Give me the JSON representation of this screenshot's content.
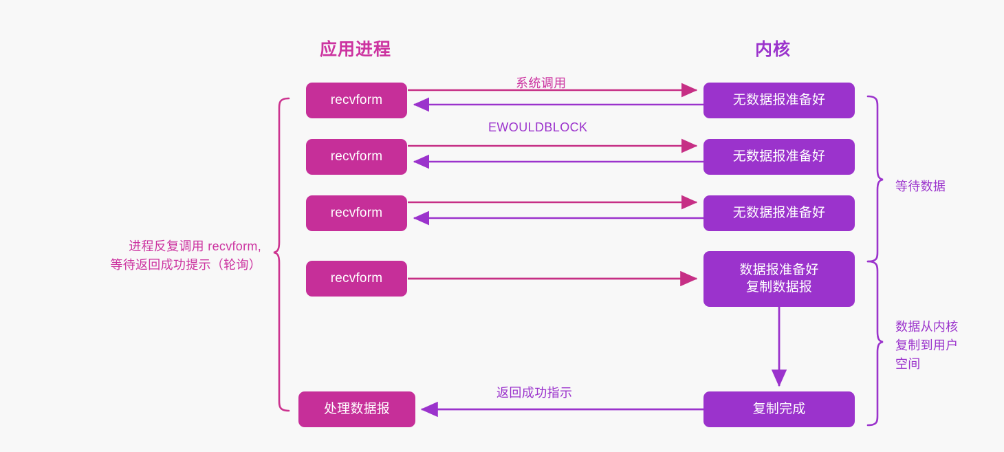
{
  "diagram": {
    "title_left": "应用进程",
    "title_right": "内核",
    "background_color": "#f8f8f8",
    "pink_color": "#c62f99",
    "purple_color": "#9b33cc"
  },
  "columns": {
    "left_header": "应用进程",
    "right_header": "内核"
  },
  "rows": [
    {
      "left_box": "recvform",
      "right_box": "无数据报准备好",
      "arrow_right_label": "系统调用",
      "arrow_left_label": "EWOULDBLOCK"
    },
    {
      "left_box": "recvform",
      "right_box": "无数据报准备好",
      "arrow_right_label": "",
      "arrow_left_label": ""
    },
    {
      "left_box": "recvform",
      "right_box": "无数据报准备好",
      "arrow_right_label": "",
      "arrow_left_label": ""
    },
    {
      "left_box": "recvform",
      "right_box_line1": "数据报准备好",
      "right_box_line2": "复制数据报",
      "arrow_right_label": ""
    },
    {
      "left_box": "处理数据报",
      "right_box": "复制完成",
      "arrow_left_label": "返回成功指示"
    }
  ],
  "annotations": {
    "left_brace_line1": "进程反复调用 recvform,",
    "left_brace_line2": "等待返回成功提示（轮询）",
    "right_brace_top": "等待数据",
    "right_brace_bottom_line1": "数据从内核",
    "right_brace_bottom_line2": "复制到用户",
    "right_brace_bottom_line3": "空间"
  },
  "icons": {
    "arrow_right": "arrow-right-icon",
    "arrow_left": "arrow-left-icon",
    "arrow_down": "arrow-down-icon",
    "brace_left": "curly-brace-left-icon",
    "brace_right": "curly-brace-right-icon"
  }
}
